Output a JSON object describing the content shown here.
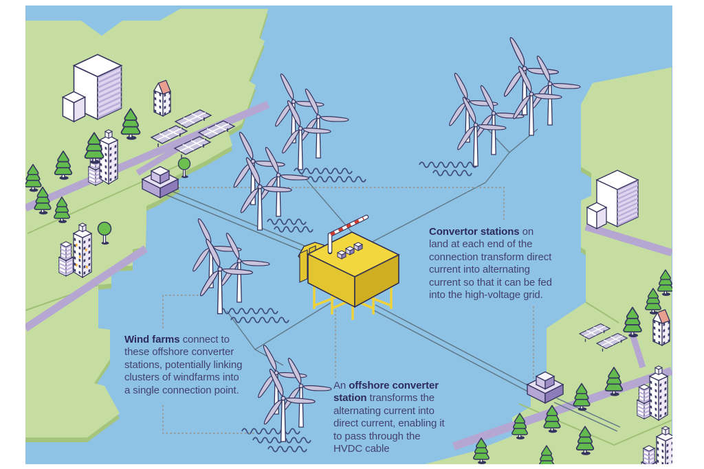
{
  "title": "Offshore wind HVDC connection infographic",
  "captions": {
    "convertor": {
      "lines": [
        [
          {
            "t": "Convertor stations",
            "b": true
          },
          {
            "t": " on",
            "b": false
          }
        ],
        [
          {
            "t": "land at each end of the",
            "b": false
          }
        ],
        [
          {
            "t": "connection transform direct",
            "b": false
          }
        ],
        [
          {
            "t": "current into alternating",
            "b": false
          }
        ],
        [
          {
            "t": "current so that it can be fed",
            "b": false
          }
        ],
        [
          {
            "t": "into the high-voltage grid.",
            "b": false
          }
        ]
      ]
    },
    "windfarms": {
      "lines": [
        [
          {
            "t": "Wind farms",
            "b": true
          },
          {
            "t": " connect to",
            "b": false
          }
        ],
        [
          {
            "t": "these offshore converter",
            "b": false
          }
        ],
        [
          {
            "t": "stations, potentially linking",
            "b": false
          }
        ],
        [
          {
            "t": "clusters of windfarms into",
            "b": false
          }
        ],
        [
          {
            "t": "a single connection point.",
            "b": false
          }
        ]
      ]
    },
    "offshore": {
      "lines": [
        [
          {
            "t": "An ",
            "b": false
          },
          {
            "t": "offshore converter",
            "b": true
          }
        ],
        [
          {
            "t": "station",
            "b": true
          },
          {
            "t": " transforms the",
            "b": false
          }
        ],
        [
          {
            "t": "alternating current into",
            "b": false
          }
        ],
        [
          {
            "t": "direct current, enabling it",
            "b": false
          }
        ],
        [
          {
            "t": "to pass through the",
            "b": false
          }
        ],
        [
          {
            "t": "HVDC cable",
            "b": false
          }
        ]
      ]
    }
  },
  "colors": {
    "water": "#8fc3e5",
    "land": "#c5dda0",
    "land_edge": "#a5c47c",
    "road": "#b5a6d2",
    "outline_navy": "#35345f",
    "wave": "#3d4c7c",
    "cable": "#607787",
    "dotted": "#97958f",
    "station_yellow_top": "#f2d83e",
    "station_yellow_left": "#e3c52f",
    "station_yellow_right": "#cfae22",
    "crane_red": "#cf3b2f",
    "purple_station": "#b6a6d6",
    "building_shade": "#ded5ee",
    "tree_green": "#63bb4e",
    "house_roof": "#e99f90",
    "lit_window": "#f2ae3c",
    "text": "#43416f",
    "text_bold": "#2c2b5c"
  },
  "icons": [
    "wind-turbine",
    "offshore-converter-station",
    "onshore-converter-station",
    "crane-icon",
    "hvdc-cable",
    "array-cable",
    "waves",
    "pine-tree",
    "ball-tree",
    "office-building",
    "tower-building",
    "house",
    "solar-array",
    "road",
    "dotted-connector"
  ]
}
